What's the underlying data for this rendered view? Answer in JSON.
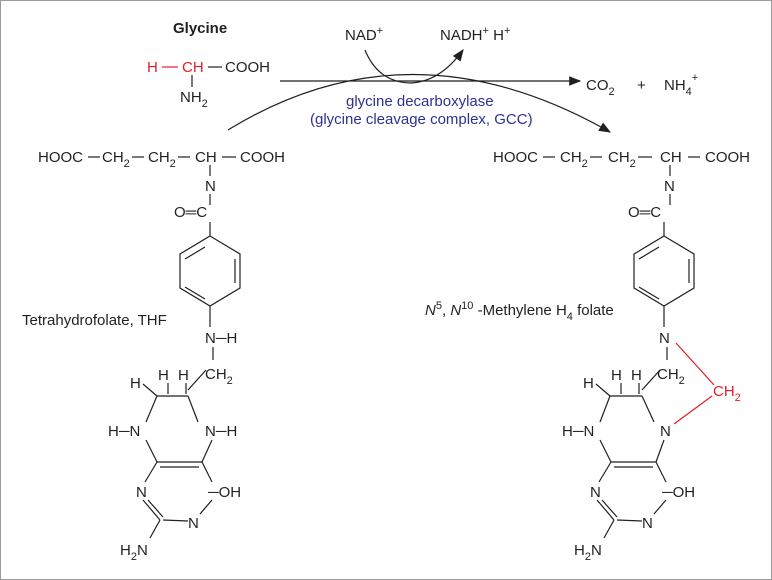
{
  "glycine": {
    "name": "Glycine",
    "h": "H",
    "ch": "CH",
    "cooh": "COOH",
    "nh": "NH",
    "nh_sub": "2"
  },
  "cofactors": {
    "nad": "NAD",
    "nad_sup": "+",
    "nadh": "NADH",
    "nadh_sup": "+",
    "h": " H",
    "h_sup": "+"
  },
  "products": {
    "co": "CO",
    "co_sub": "2",
    "plus": "+",
    "nh": "NH",
    "nh_sub": "4",
    "nh_sup": "+"
  },
  "enzyme": {
    "line1": "glycine decarboxylase",
    "line2": "(glycine cleavage complex, GCC)"
  },
  "glu": {
    "hooc": "HOOC",
    "ch": "CH",
    "sub2": "2",
    "cooh": "COOH",
    "n": "N",
    "oc": "O═C"
  },
  "pterin": {
    "h": "H",
    "hn": "H─N",
    "n": "N",
    "oh": "─OH",
    "nh": "NH",
    "h2n_sub": "2",
    "nh_h": "N─H",
    "ch": "CH",
    "ch_sub": "2"
  },
  "labels": {
    "thf": "Tetrahydrofolate, THF",
    "mthf_n": "N",
    "mthf_5": "5",
    "mthf_sep": ", ",
    "mthf_10": "10",
    "mthf_rest": " -Methylene H",
    "mthf_4": "4",
    "mthf_end": " folate"
  },
  "bridge": {
    "ch": "CH",
    "sub": "2"
  },
  "colors": {
    "highlight": "#e31e24",
    "enzyme": "#2e3192",
    "ink": "#231f20"
  }
}
